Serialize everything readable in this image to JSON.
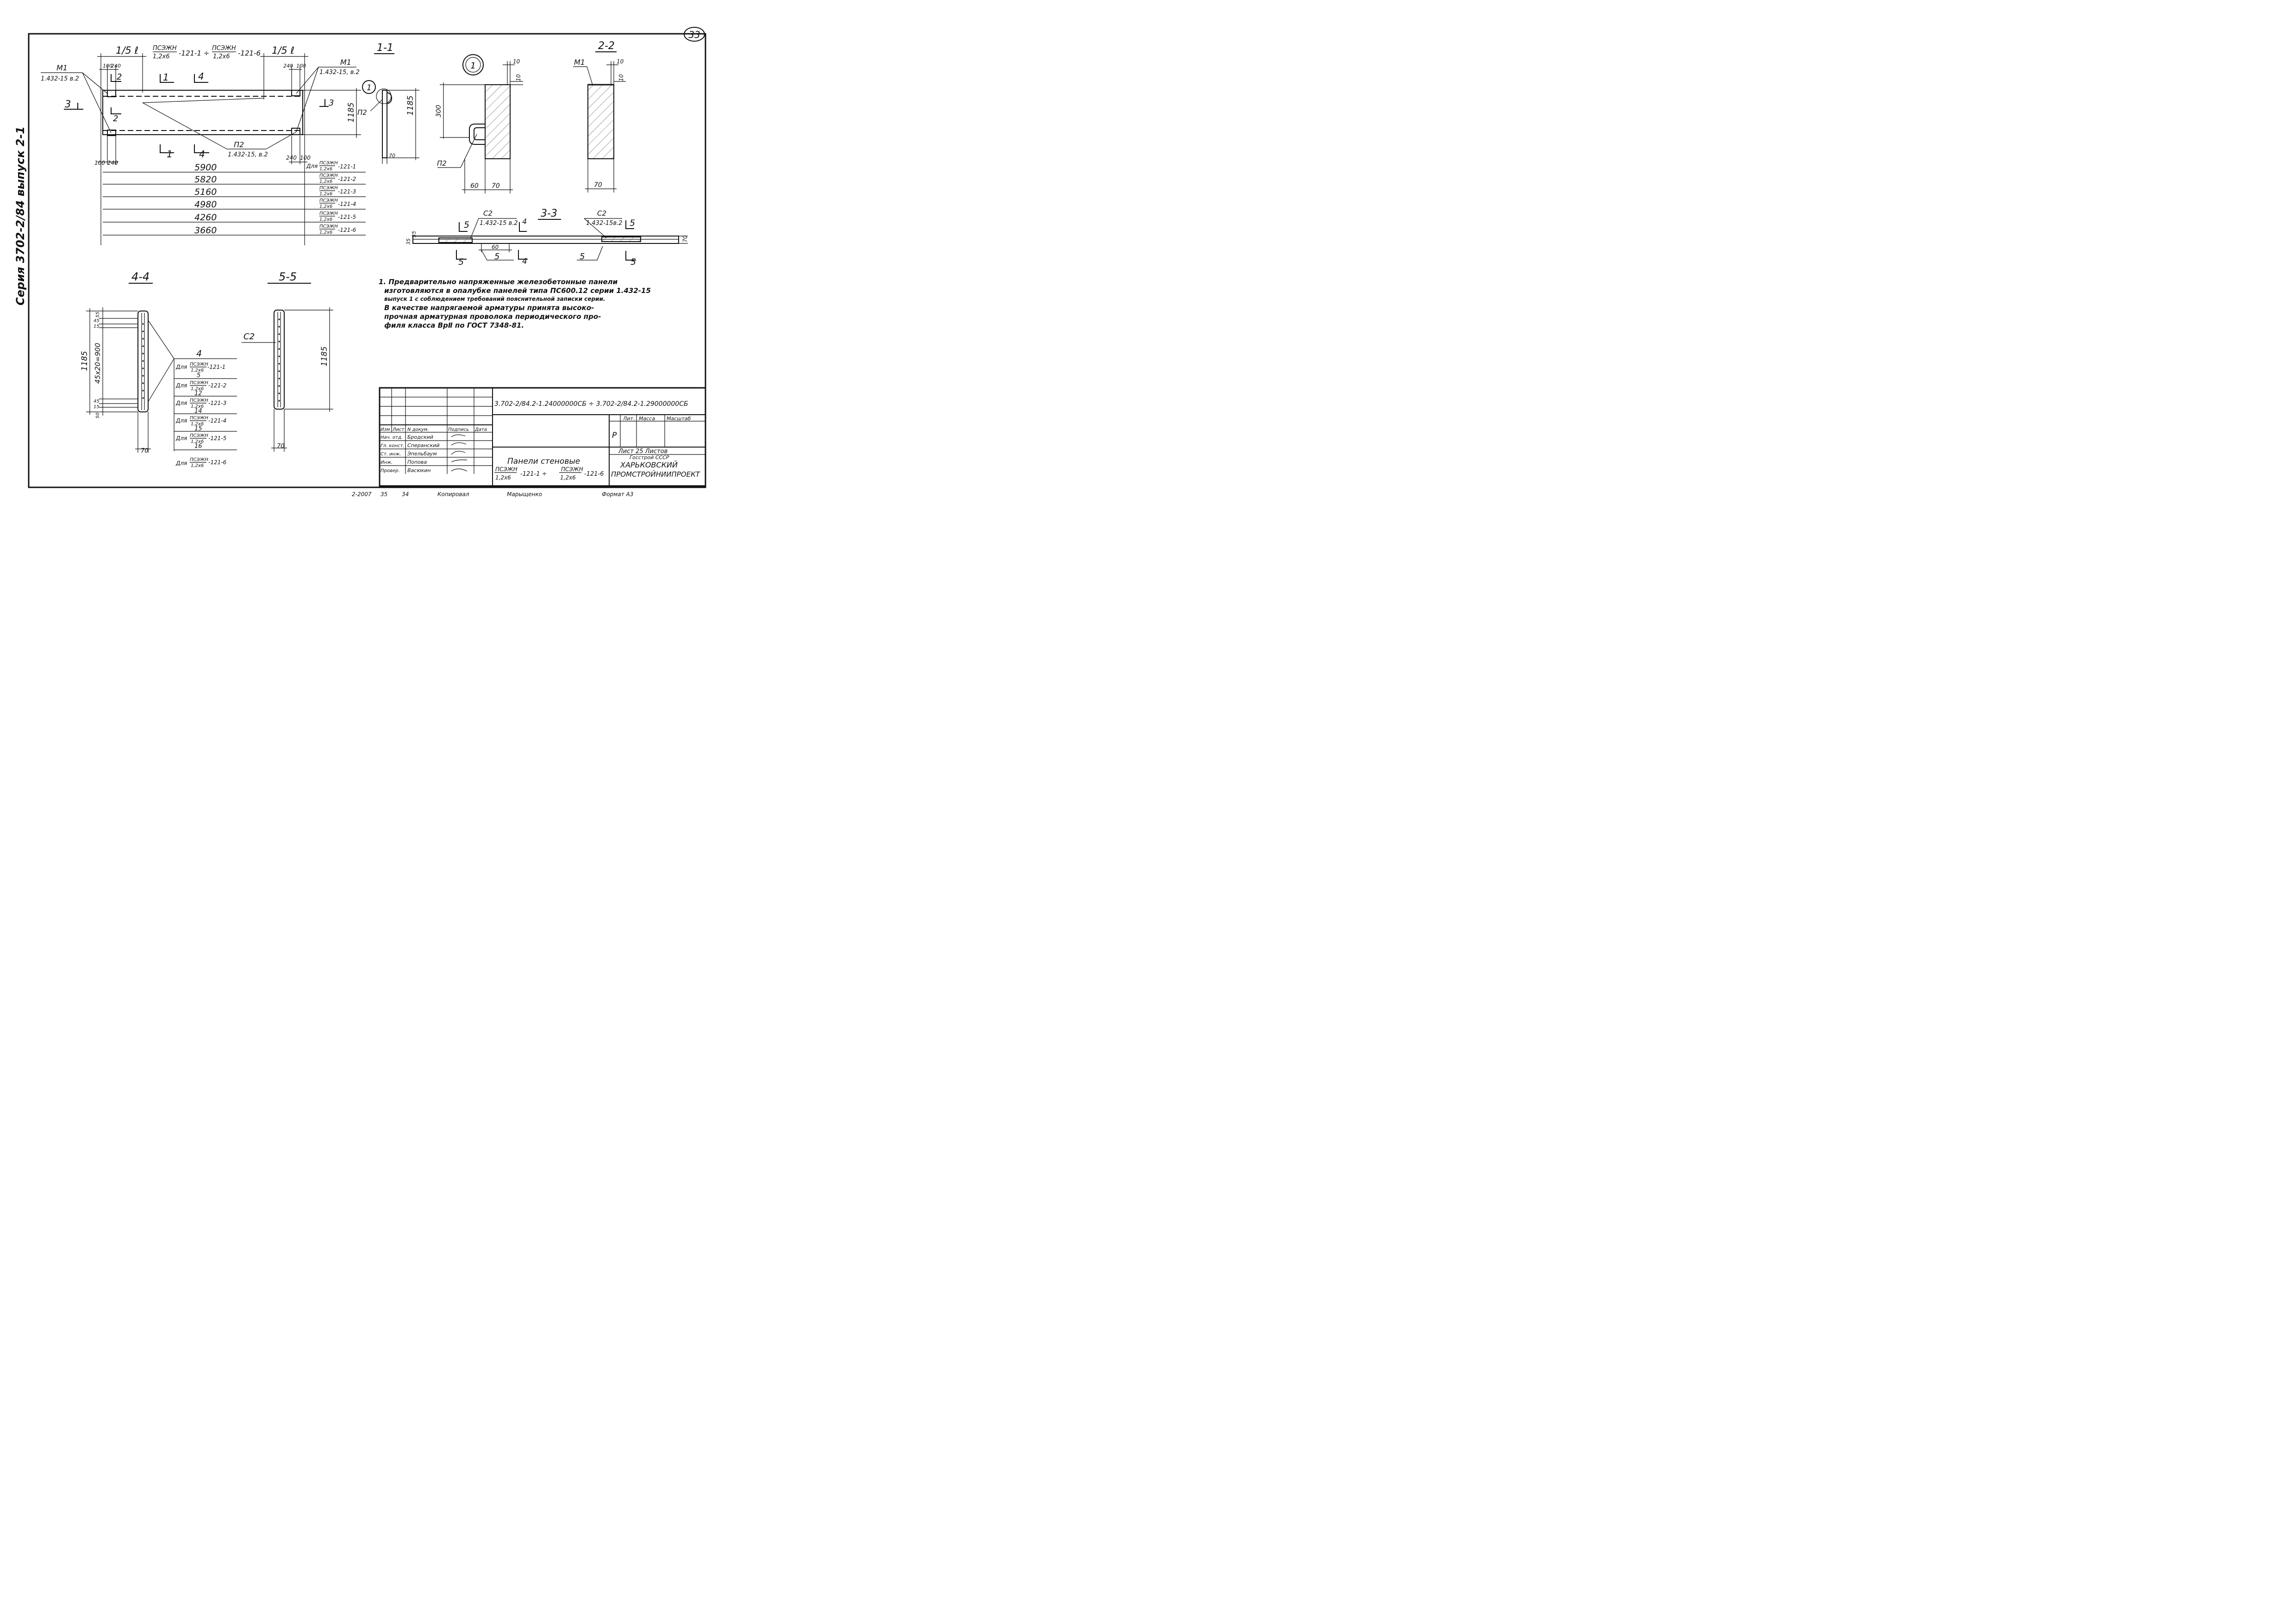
{
  "sheet_number": "33",
  "side_title": "Серия 3702-2/84 выпуск 2-1",
  "plan": {
    "dim_fifth_left": "1/5 ℓ",
    "dim_fifth_right": "1/5 ℓ",
    "range_label": {
      "top_a": "ПСЭЖН",
      "bot_a": "1,2х6",
      "mid_a": "-121-1 ÷",
      "top_b": "ПСЭЖН",
      "bot_b": "1,2х6",
      "mid_b": "-121-6"
    },
    "m1_left": {
      "name": "М1",
      "ref": "1.432-15 в.2"
    },
    "m1_right": {
      "name": "М1",
      "ref": "1.432-15, в.2"
    },
    "p2_ref": {
      "name": "П2",
      "ref": "1.432-15, в.2"
    },
    "dim_100": "100",
    "dim_240": "240",
    "height": "1185",
    "cut_labels": [
      "1",
      "4",
      "2",
      "3",
      "1",
      "4",
      "2",
      "3"
    ],
    "lengths": [
      {
        "value": "5900",
        "prefix": "Для",
        "top": "ПСЭЖН",
        "bot": "1,2х6",
        "suffix": "-121-1"
      },
      {
        "value": "5820",
        "prefix": "",
        "top": "ПСЭЖН",
        "bot": "1,2х6",
        "suffix": "-121-2"
      },
      {
        "value": "5160",
        "prefix": "",
        "top": "ПСЭЖН",
        "bot": "1,2х6",
        "suffix": "-121-3"
      },
      {
        "value": "4980",
        "prefix": "",
        "top": "ПСЭЖН",
        "bot": "1,2х6",
        "suffix": "-121-4"
      },
      {
        "value": "4260",
        "prefix": "",
        "top": "ПСЭЖН",
        "bot": "1,2х6",
        "suffix": "-121-5"
      },
      {
        "value": "3660",
        "prefix": "",
        "top": "ПСЭЖН",
        "bot": "1,2х6",
        "suffix": "-121-6"
      }
    ]
  },
  "section_1_1": {
    "title": "1-1",
    "node": "1",
    "p2": "П2",
    "height": "1185",
    "thickness": "70"
  },
  "node_1": {
    "label": "1",
    "dim_300": "300",
    "dim_10a": "10",
    "dim_10b": "10",
    "p2": "П2",
    "dim_60": "60",
    "dim_70": "70"
  },
  "section_2_2": {
    "title": "2-2",
    "m1": "М1",
    "dim_10a": "10",
    "dim_10b": "10",
    "dim_70": "70"
  },
  "section_3_3": {
    "title": "3-3",
    "c2_left": {
      "name": "С2",
      "ref": "1.432-15 в.2"
    },
    "c2_right": {
      "name": "С2",
      "ref": "1.432-15в.2"
    },
    "dim_35": "35",
    "dim_35b": "35",
    "dim_60": "60",
    "dim_70": "70",
    "cuts": [
      "5",
      "4",
      "5",
      "5",
      "4",
      "5"
    ],
    "mid_5a": "5",
    "mid_5b": "5"
  },
  "section_4_4": {
    "title": "4-4",
    "height": "1185",
    "spacing": "45х20=900",
    "dims_top": [
      "55",
      "45",
      "15"
    ],
    "dims_bot": [
      "45",
      "15",
      "50"
    ],
    "thickness": "70",
    "table_header": "4",
    "rows": [
      {
        "prefix": "Для",
        "top": "ПСЭЖН",
        "bot": "1,2х6",
        "suffix": "-121-1",
        "count": "5"
      },
      {
        "prefix": "Для",
        "top": "ПСЭЖН",
        "bot": "1,2х6",
        "suffix": "-121-2",
        "count": "12"
      },
      {
        "prefix": "Для",
        "top": "ПСЭЖН",
        "bot": "1,2х6",
        "suffix": "-121-3",
        "count": "14"
      },
      {
        "prefix": "Для",
        "top": "ПСЭЖН",
        "bot": "1,2х6",
        "suffix": "-121-4",
        "count": "15"
      },
      {
        "prefix": "Для",
        "top": "ПСЭЖН",
        "bot": "1,2х6",
        "suffix": "-121-5",
        "count": "16"
      },
      {
        "prefix": "Для",
        "top": "ПСЭЖН",
        "bot": "1,2х6",
        "suffix": "-121-6",
        "count": ""
      }
    ]
  },
  "section_5_5": {
    "title": "5-5",
    "c2": "С2",
    "height": "1185",
    "thickness": "70"
  },
  "notes": [
    "1. Предварительно напряженные железобетонные панели",
    "изготовляются в опалубке панелей типа ПС600.12 серии 1.432-15",
    "выпуск 1 с соблюдением требований пояснительной записки серии.",
    "В качестве напрягаемой арматуры принята высоко-",
    "прочная арматурная проволока периодического про-",
    "филя класса ВрⅡ по ГОСТ 7348-81."
  ],
  "title_block": {
    "code": "3.702-2/84.2-1.24000000СБ ÷ 3.702-2/84.2-1.29000000СБ",
    "headers": [
      "Изм",
      "Лист",
      "N докум.",
      "Подпись",
      "Дата"
    ],
    "staff": [
      {
        "role": "Нач. отд.",
        "name": "Бродский"
      },
      {
        "role": "Гл. конст.",
        "name": "Сперанский"
      },
      {
        "role": "Ст. инж.",
        "name": "Эпельбаум"
      },
      {
        "role": "Инж.",
        "name": "Попова"
      },
      {
        "role": "Провер.",
        "name": "Васюкин"
      }
    ],
    "stage_headers": [
      "Лит.",
      "Масса",
      "Масштаб"
    ],
    "stage": "Р",
    "sheet_info": "Лист 25  Листов",
    "org_line1": "Госстрой СССР",
    "org_line2": "ХАРЬКОВСКИЙ",
    "org_line3": "ПРОМСТРОЙНИИПРОЕКТ",
    "product_title": "Панели стеновые",
    "product_top_a": "ПСЭЖН",
    "product_bot_a": "1,2х6",
    "product_mid": "-121-1 ÷",
    "product_top_b": "ПСЭЖН",
    "product_bot_b": "1,2х6",
    "product_suffix": "-121-6"
  },
  "footer": {
    "a": "2-2007",
    "b": "35",
    "c": "34",
    "copied": "Копировал",
    "drawn": "Марыщенко",
    "format": "Формат А3"
  }
}
